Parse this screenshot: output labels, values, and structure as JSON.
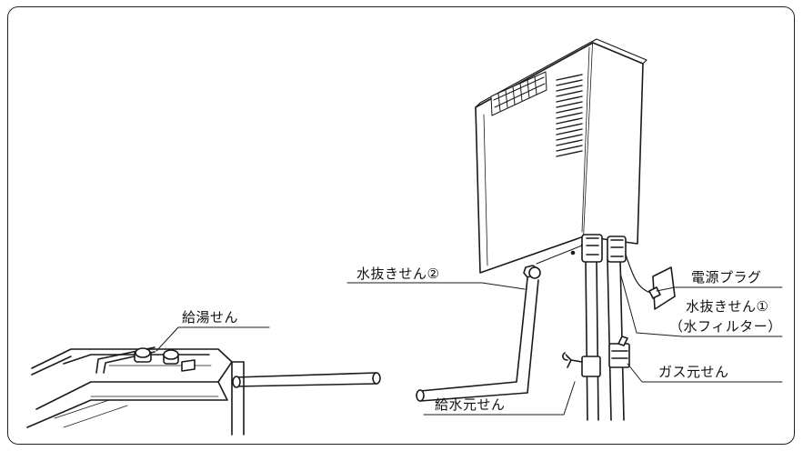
{
  "labels": {
    "drain_valve_2": "水抜きせん②",
    "power_plug": "電源プラグ",
    "drain_valve_1": "水抜きせん①",
    "water_filter": "（水フィルター）",
    "hot_water_tap": "給湯せん",
    "gas_valve": "ガス元せん",
    "water_supply_valve": "給水元せん"
  }
}
